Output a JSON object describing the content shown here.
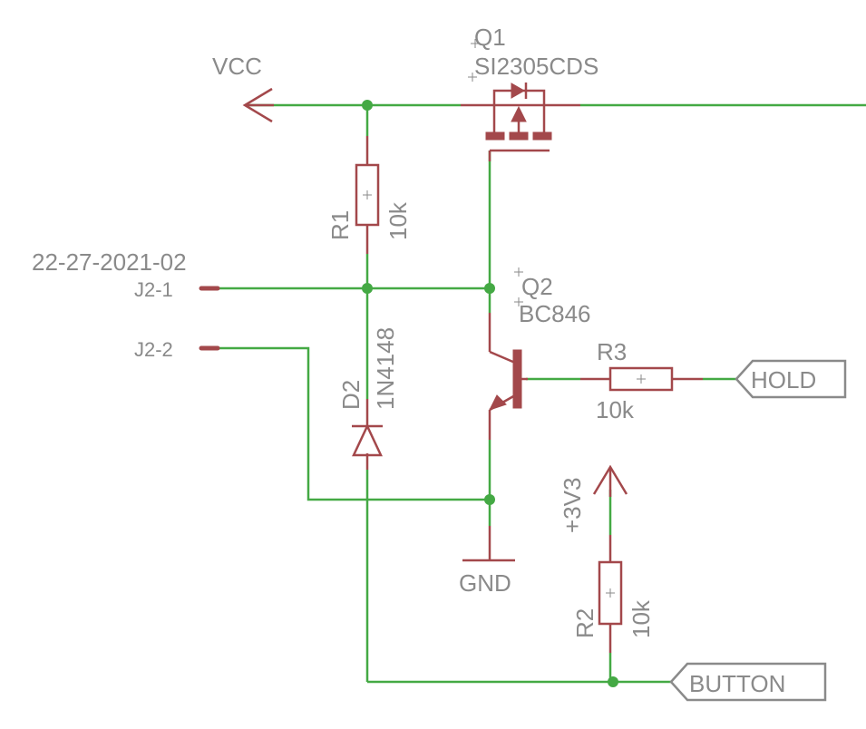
{
  "nets": {
    "vcc": "VCC",
    "gnd": "GND",
    "v3": "+3V3",
    "hold": "HOLD",
    "button": "BUTTON"
  },
  "connector": {
    "name": "22-27-2021-02",
    "pin1": "J2-1",
    "pin2": "J2-2"
  },
  "parts": {
    "q1": {
      "name": "Q1",
      "value": "SI2305CDS"
    },
    "q2": {
      "name": "Q2",
      "value": "BC846"
    },
    "r1": {
      "name": "R1",
      "value": "10k"
    },
    "r2": {
      "name": "R2",
      "value": "10k"
    },
    "r3": {
      "name": "R3",
      "value": "10k"
    },
    "d2": {
      "name": "D2",
      "value": "1N4148"
    }
  },
  "colors": {
    "wire": "#44a944",
    "part": "#a3484b",
    "label": "#8a8a8a"
  }
}
